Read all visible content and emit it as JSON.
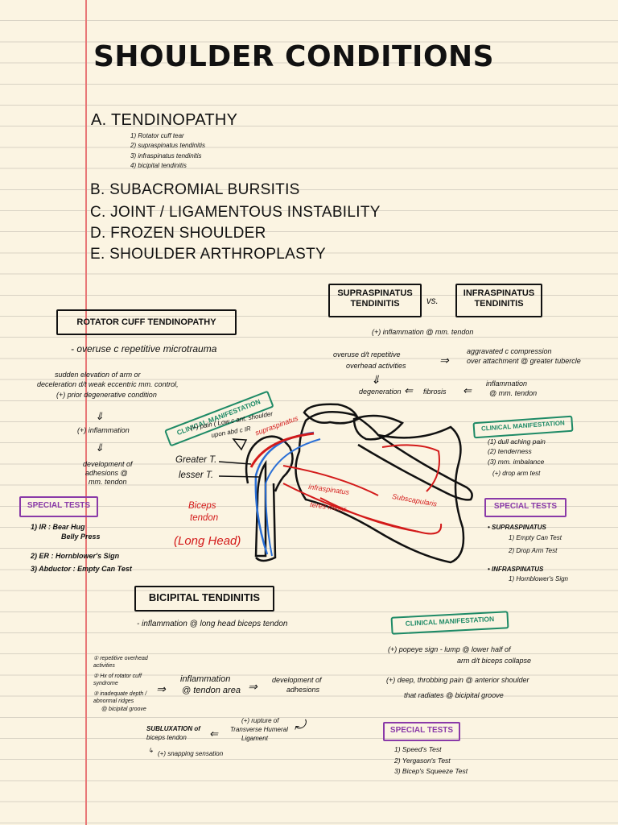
{
  "title": "SHOULDER CONDITIONS",
  "outline": {
    "a_label": "A. TENDINOPATHY",
    "a_subitems": [
      "1) Rotator cuff tear",
      "2) supraspinatus tendinitis",
      "3) infraspinatus tendinitis",
      "4) bicipital tendinitis"
    ],
    "b": "B. SUBACROMIAL BURSITIS",
    "c": "C. JOINT / LIGAMENTOUS INSTABILITY",
    "d": "D. FROZEN SHOULDER",
    "e": "E. SHOULDER ARTHROPLASTY"
  },
  "compare": {
    "left": "SUPRASPINATUS TENDINITIS",
    "vs": "vs.",
    "right": "INFRASPINATUS TENDINITIS",
    "line1": "(+) inflammation @ mm. tendon",
    "line2a": "overuse d/t repetitive",
    "line2b": "overhead activities",
    "line3a": "aggravated c compression",
    "line3b": "over attachment @ greater tubercle",
    "line4a": "inflammation",
    "line4b": "@ mm. tendon",
    "degeneration": "degeneration",
    "fibrosis": "fibrosis"
  },
  "rotator": {
    "title": "ROTATOR CUFF TENDINOPATHY",
    "cause": "- overuse c repetitive microtrauma",
    "trig1": "sudden elevation of arm or",
    "trig2": "deceleration d/t weak eccentric mm. control,",
    "trig3": "(+) prior degenerative condition",
    "inflam": "(+) inflammation",
    "dev1": "development of",
    "dev2": "adhesions @",
    "dev3": "mm. tendon",
    "clinical": "CLINICAL MANIFESTATION",
    "pain1": "(+) pain ( Low c ant. shoulder",
    "pain2": "upon abd c IR"
  },
  "special_left": {
    "label": "SPECIAL TESTS",
    "ir": "1) IR : Bear Hug",
    "ir2": "Belly Press",
    "er": "2) ER : Hornblower's Sign",
    "abd": "3) Abductor : Empty Can Test"
  },
  "diagram": {
    "greater": "Greater T.",
    "lesser": "lesser T.",
    "biceps1": "Biceps",
    "biceps2": "tendon",
    "biceps3": "(Long Head)",
    "supra": "supraspinatus",
    "infra": "infraspinatus",
    "teres": "teres minor",
    "subscap": "Subscapularis"
  },
  "right_clinical": {
    "label": "CLINICAL MANIFESTATION",
    "items": [
      "(1) dull aching pain",
      "(2) tenderness",
      "(3) mm. imbalance"
    ],
    "drop": "(+) drop arm test"
  },
  "special_right": {
    "label": "SPECIAL TESTS",
    "supra": "• SUPRASPINATUS",
    "supra1": "1) Empty Can Test",
    "supra2": "2) Drop Arm Test",
    "infra": "• INFRASPINATUS",
    "infra1": "1) Hornblower's Sign"
  },
  "bicipital": {
    "title": "BICIPITAL TENDINITIS",
    "def": "- inflammation @ long head biceps tendon",
    "causes": [
      "① repetitive overhead activities",
      "② Hx of rotator cuff syndrome",
      "③ inadequate depth / abnormal ridges",
      "@ bicipital groove"
    ],
    "inflam1": "inflammation",
    "inflam2": "@ tendon area",
    "dev1": "development of",
    "dev2": "adhesions",
    "rupture1": "(+) rupture of",
    "rupture2": "Transverse Humeral",
    "rupture3": "Ligament",
    "sub1": "SUBLUXATION of",
    "sub2": "biceps tendon",
    "snap": "(+) snapping sensation"
  },
  "bicipital_clinical": {
    "label": "CLINICAL MANIFESTATION",
    "pop1": "(+) popeye sign - lump @ lower half of",
    "pop2": "arm d/t biceps collapse",
    "deep1": "(+) deep, throbbing pain @ anterior shoulder",
    "deep2": "that radiates @ bicipital groove"
  },
  "bicipital_special": {
    "label": "SPECIAL TESTS",
    "items": [
      "1) Speed's Test",
      "2) Yergason's Test",
      "3) Bicep's Squeeze Test"
    ]
  },
  "colors": {
    "paper": "#fbf4e2",
    "margin": "#e87878",
    "ink": "#111111",
    "red": "#d31a1a",
    "blue": "#2a6fd6",
    "purple": "#8a3aa8",
    "green": "#1e8a66"
  }
}
